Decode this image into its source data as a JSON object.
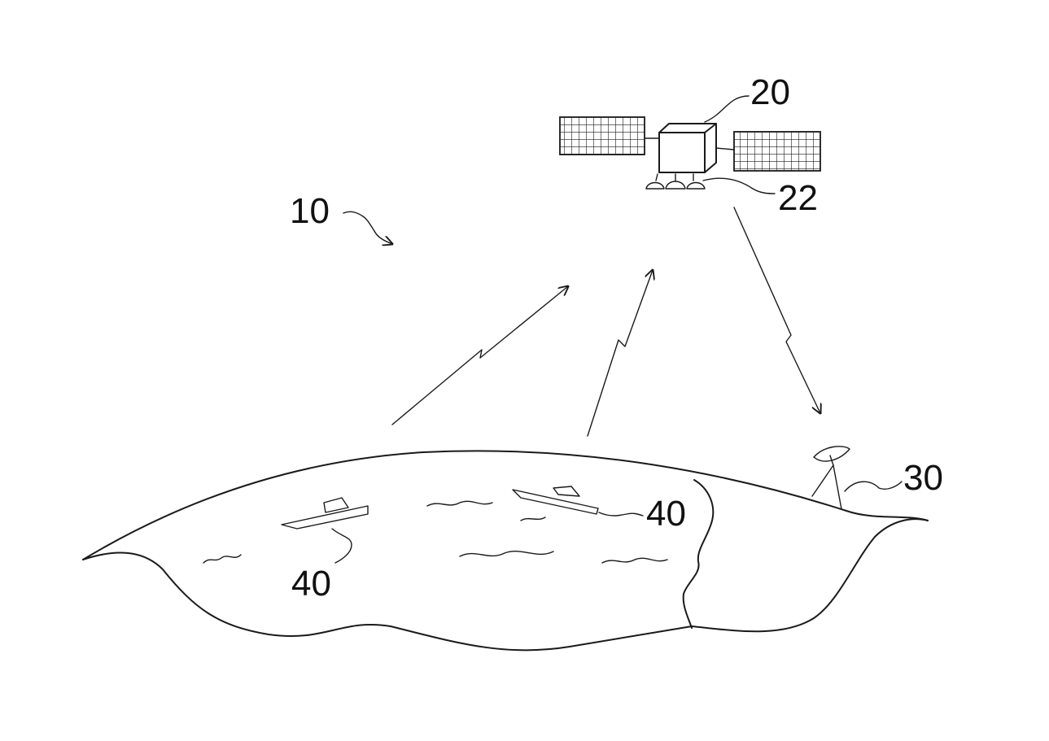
{
  "labels": {
    "system": "10",
    "satellite": "20",
    "satellite_antenna": "22",
    "ground_station": "30",
    "vessel_left": "40",
    "vessel_right": "40"
  },
  "colors": {
    "ink": "#1a1a1a",
    "background": "#ffffff"
  }
}
